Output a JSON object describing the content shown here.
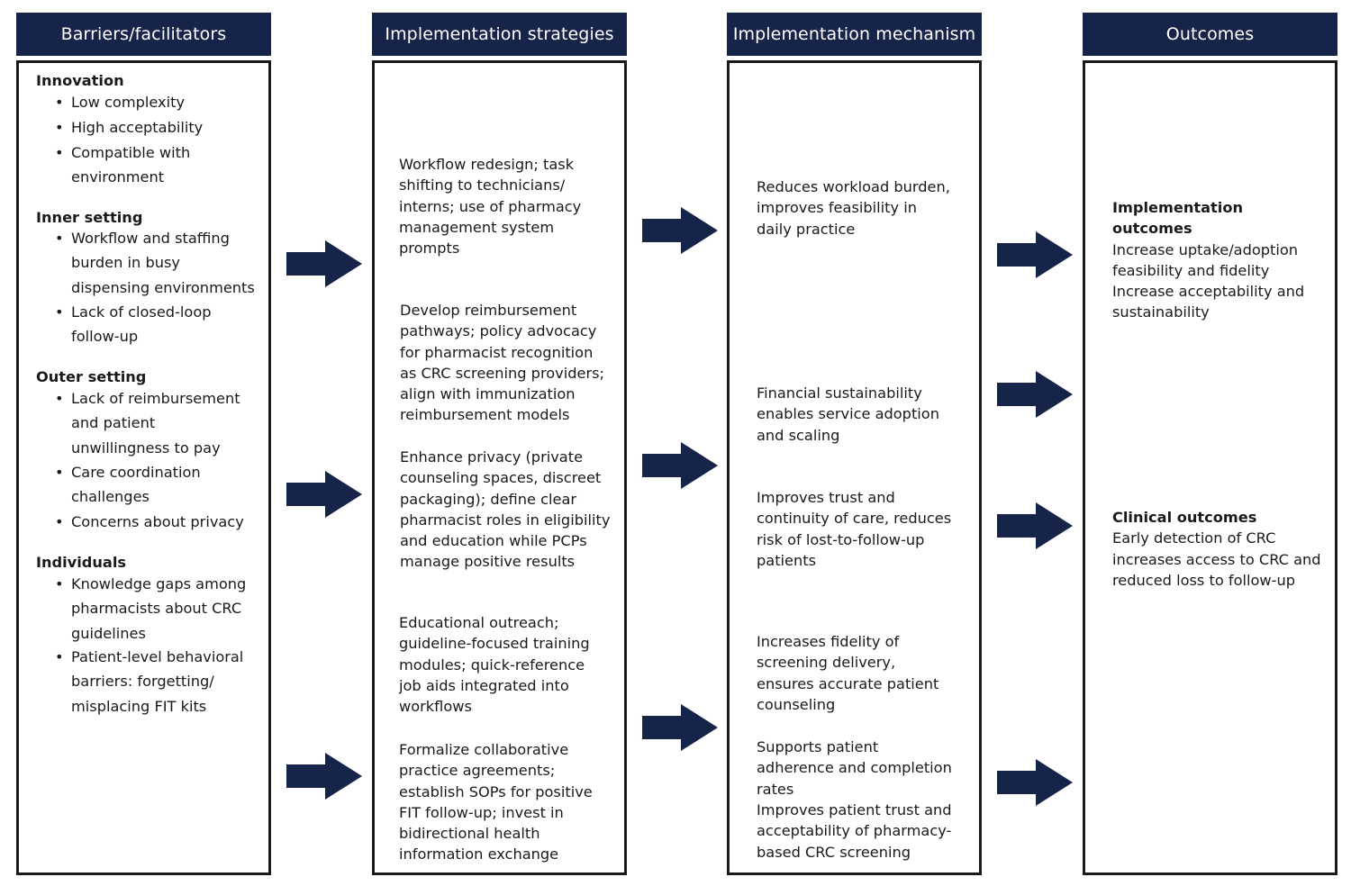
{
  "headers": {
    "barriers": "Barriers/facilitators",
    "strategies": "Implementation strategies",
    "mechanism": "Implementation mechanism",
    "outcomes": "Outcomes"
  },
  "barriers": {
    "innovation": {
      "title": "Innovation",
      "items": [
        "Low complexity",
        "High acceptability",
        "Compatible with environment"
      ]
    },
    "inner": {
      "title": "Inner setting",
      "items": [
        "Workflow and staffing burden in busy dispensing environments",
        "Lack of closed-loop follow-up"
      ]
    },
    "outer": {
      "title": "Outer setting",
      "items": [
        "Lack of reimbursement and patient unwillingness to pay",
        "Care coordination challenges",
        "Concerns about privacy"
      ]
    },
    "individuals": {
      "title": "Individuals",
      "items": [
        "Knowledge gaps among pharmacists about CRC guidelines",
        "Patient-level behavioral barriers: forgetting/ misplacing FIT kits"
      ]
    }
  },
  "strategies": [
    "Workflow redesign; task shifting to technicians/ interns; use of pharmacy management system prompts",
    "Develop reimbursement pathways; policy advocacy for pharmacist recognition as CRC screening providers; align with immunization reimbursement models",
    "Enhance privacy (private counseling spaces, discreet packaging); define clear pharmacist roles in eligibility and education while PCPs manage positive results",
    "Educational outreach; guideline-focused training modules; quick-reference job aids integrated into workflows",
    "Formalize collaborative practice agreements; establish SOPs for positive FIT follow-up; invest in bidirectional health information exchange"
  ],
  "mechanisms": [
    "Reduces workload burden, improves feasibility in daily practice",
    "Financial sustainability enables service adoption and scaling",
    "Improves trust and continuity of care, reduces risk of lost-to-follow-up patients",
    "Increases fidelity of screening delivery, ensures accurate patient counseling",
    "Supports patient adherence and completion rates",
    "Improves patient trust and acceptability of pharmacy-based CRC screening"
  ],
  "outcomes": {
    "implementation": {
      "title": "Implementation outcomes",
      "text": "Increase uptake/adoption feasibility and fidelity Increase acceptability and sustainability"
    },
    "clinical": {
      "title": "Clinical outcomes",
      "text": "Early detection of CRC increases access to CRC and reduced loss to follow-up"
    }
  },
  "colors": {
    "header_bg": "#17244a",
    "arrow": "#17244a",
    "border": "#1a1a1a"
  }
}
